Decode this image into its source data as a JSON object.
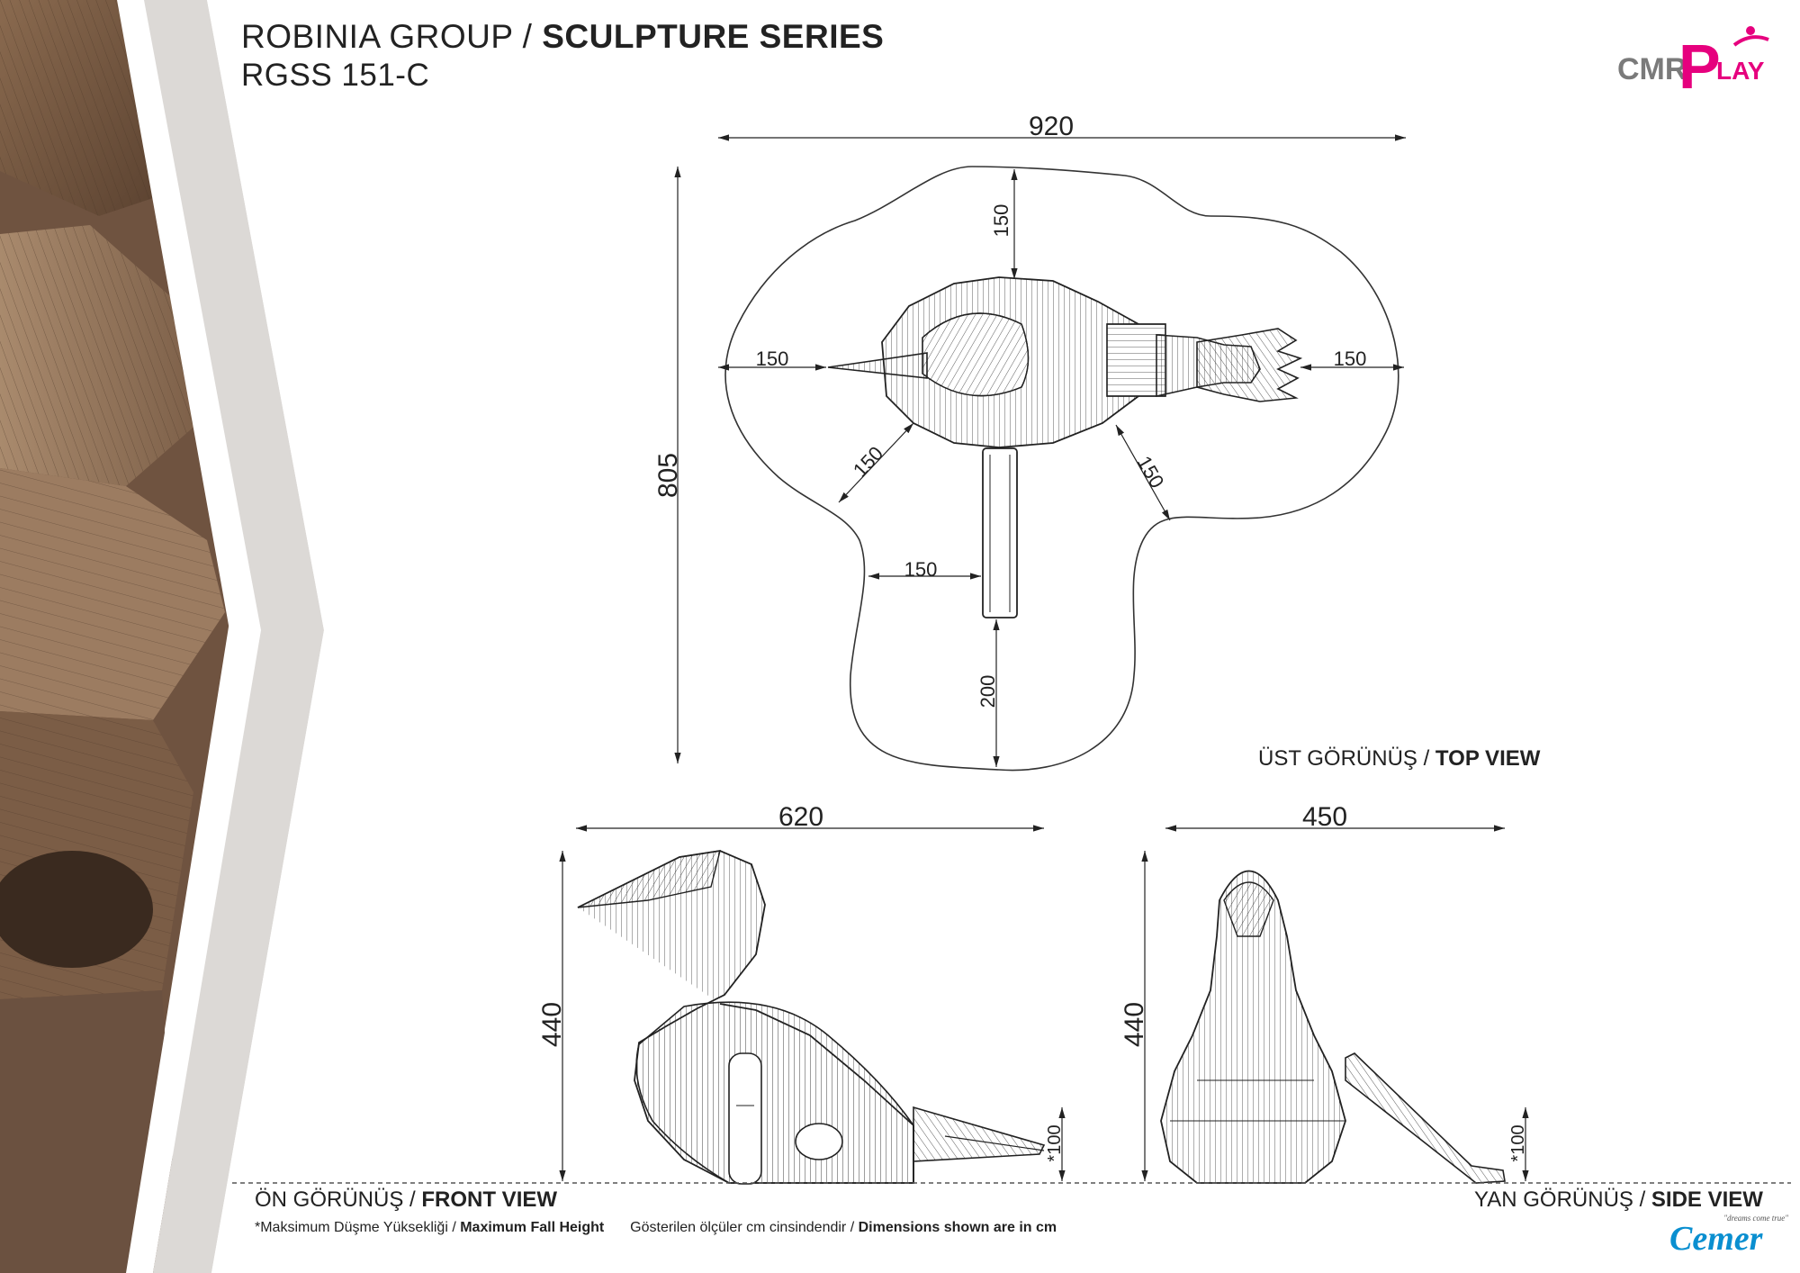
{
  "header": {
    "group": "ROBINIA GROUP /",
    "series": "SCULPTURE SERIES",
    "code": "RGSS 151-C"
  },
  "brand": {
    "logo_text_cmr": "CMR",
    "logo_text_p": "P",
    "logo_text_lay": "LAY",
    "footer_logo": "Cemer",
    "footer_tagline": "\"dreams come true\"",
    "accent_color": "#e6007e",
    "grey_color": "#7a7a7a",
    "footer_logo_color": "#0a8fd0"
  },
  "top_view": {
    "label_tr": "ÜST GÖRÜNÜŞ /",
    "label_en": "TOP VIEW",
    "dims": {
      "width": "920",
      "depth": "805",
      "top_clear": "150",
      "left_clear": "150",
      "right_clear": "150",
      "diag_left": "150",
      "diag_right": "150",
      "slide_side": "150",
      "slide_end": "200"
    }
  },
  "front_view": {
    "label_tr": "ÖN GÖRÜNÜŞ /",
    "label_en": "FRONT VIEW",
    "dims": {
      "length": "620",
      "height": "440",
      "fall": "*100"
    }
  },
  "side_view": {
    "label_tr": "YAN GÖRÜNÜŞ /",
    "label_en": "SIDE VIEW",
    "dims": {
      "width": "450",
      "height": "440",
      "fall": "*100"
    }
  },
  "footer": {
    "fall_tr": "*Maksimum Düşme Yüksekliği /",
    "fall_en": "Maximum Fall Height",
    "units_tr": "Gösterilen ölçüler cm cinsindendir /",
    "units_en": "Dimensions shown are in cm"
  }
}
